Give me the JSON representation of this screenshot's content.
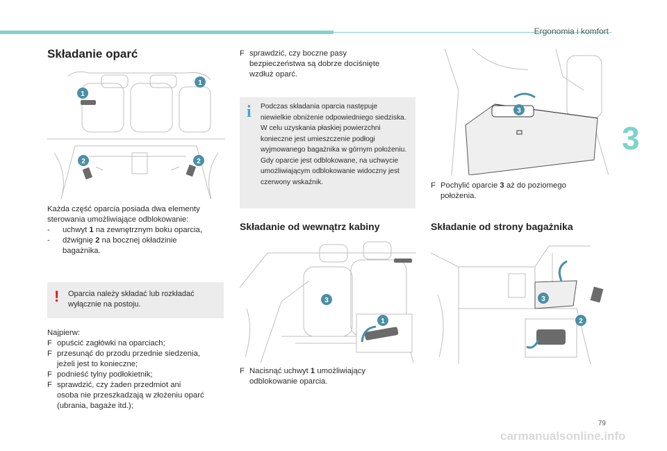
{
  "header": {
    "section": "Ergonomia i komfort",
    "chapter": "3"
  },
  "footer": {
    "page": "79",
    "watermark": "carmanualsonline.info"
  },
  "col1": {
    "title": "Składanie oparć",
    "intro": [
      "Każda część oparcia posiada dwa elementy",
      "sterowania umożliwiające odblokowanie:"
    ],
    "list": [
      {
        "mark": "-",
        "pre": "uchwyt ",
        "num": "1",
        "post": " na zewnętrznym boku oparcia,"
      },
      {
        "mark": "-",
        "pre": "dźwignię ",
        "num": "2",
        "post": " na bocznej okładzinie"
      }
    ],
    "list_cont": "bagażnika.",
    "warning": {
      "icon": "!",
      "lines": [
        "Oparcia należy składać lub rozkładać",
        "wyłącznie na postoju."
      ]
    },
    "first_label": "Najpierw:",
    "steps": [
      [
        "opuścić zagłówki na oparciach;"
      ],
      [
        "przesunąć do przodu przednie siedzenia,",
        "jeżeli jest to konieczne;"
      ],
      [
        "podnieść tylny podłokietnik;"
      ],
      [
        "sprawdzić, czy żaden przedmiot ani",
        "osoba nie przeszkadzają w złożeniu oparć",
        "(ubrania, bagaże itd.);"
      ]
    ],
    "bullet": "F",
    "callouts": [
      "1",
      "1",
      "2",
      "2"
    ]
  },
  "col2": {
    "step": [
      "sprawdzić, czy boczne pasy",
      "bezpieczeństwa są dobrze dociśnięte",
      "wzdłuż oparć."
    ],
    "info": {
      "icon": "i",
      "lines": [
        "Podczas składania oparcia następuje",
        "niewielkie obniżenie odpowiedniego siedziska.",
        "W celu uzyskania płaskiej powierzchni",
        "konieczne jest umieszczenie podłogi",
        "wyjmowanego bagażnika w górnym położeniu.",
        "Gdy oparcie jest odblokowane, na uchwycie",
        "umożliwiającym odblokowanie widoczny jest",
        "czerwony wskaźnik."
      ]
    },
    "subtitle": "Składanie od wewnątrz kabiny",
    "action": {
      "pre": "Nacisnąć uchwyt ",
      "num": "1",
      "post": " umożliwiający",
      "cont": "odblokowanie oparcia."
    },
    "callouts": [
      "3",
      "1"
    ]
  },
  "col3": {
    "action": {
      "pre": "Pochylić oparcie ",
      "num": "3",
      "post": " aż do poziomego",
      "cont": "położenia."
    },
    "subtitle": "Składanie od strony bagażnika",
    "callouts_top": [
      "3"
    ],
    "callouts_bottom": [
      "3",
      "2"
    ]
  }
}
